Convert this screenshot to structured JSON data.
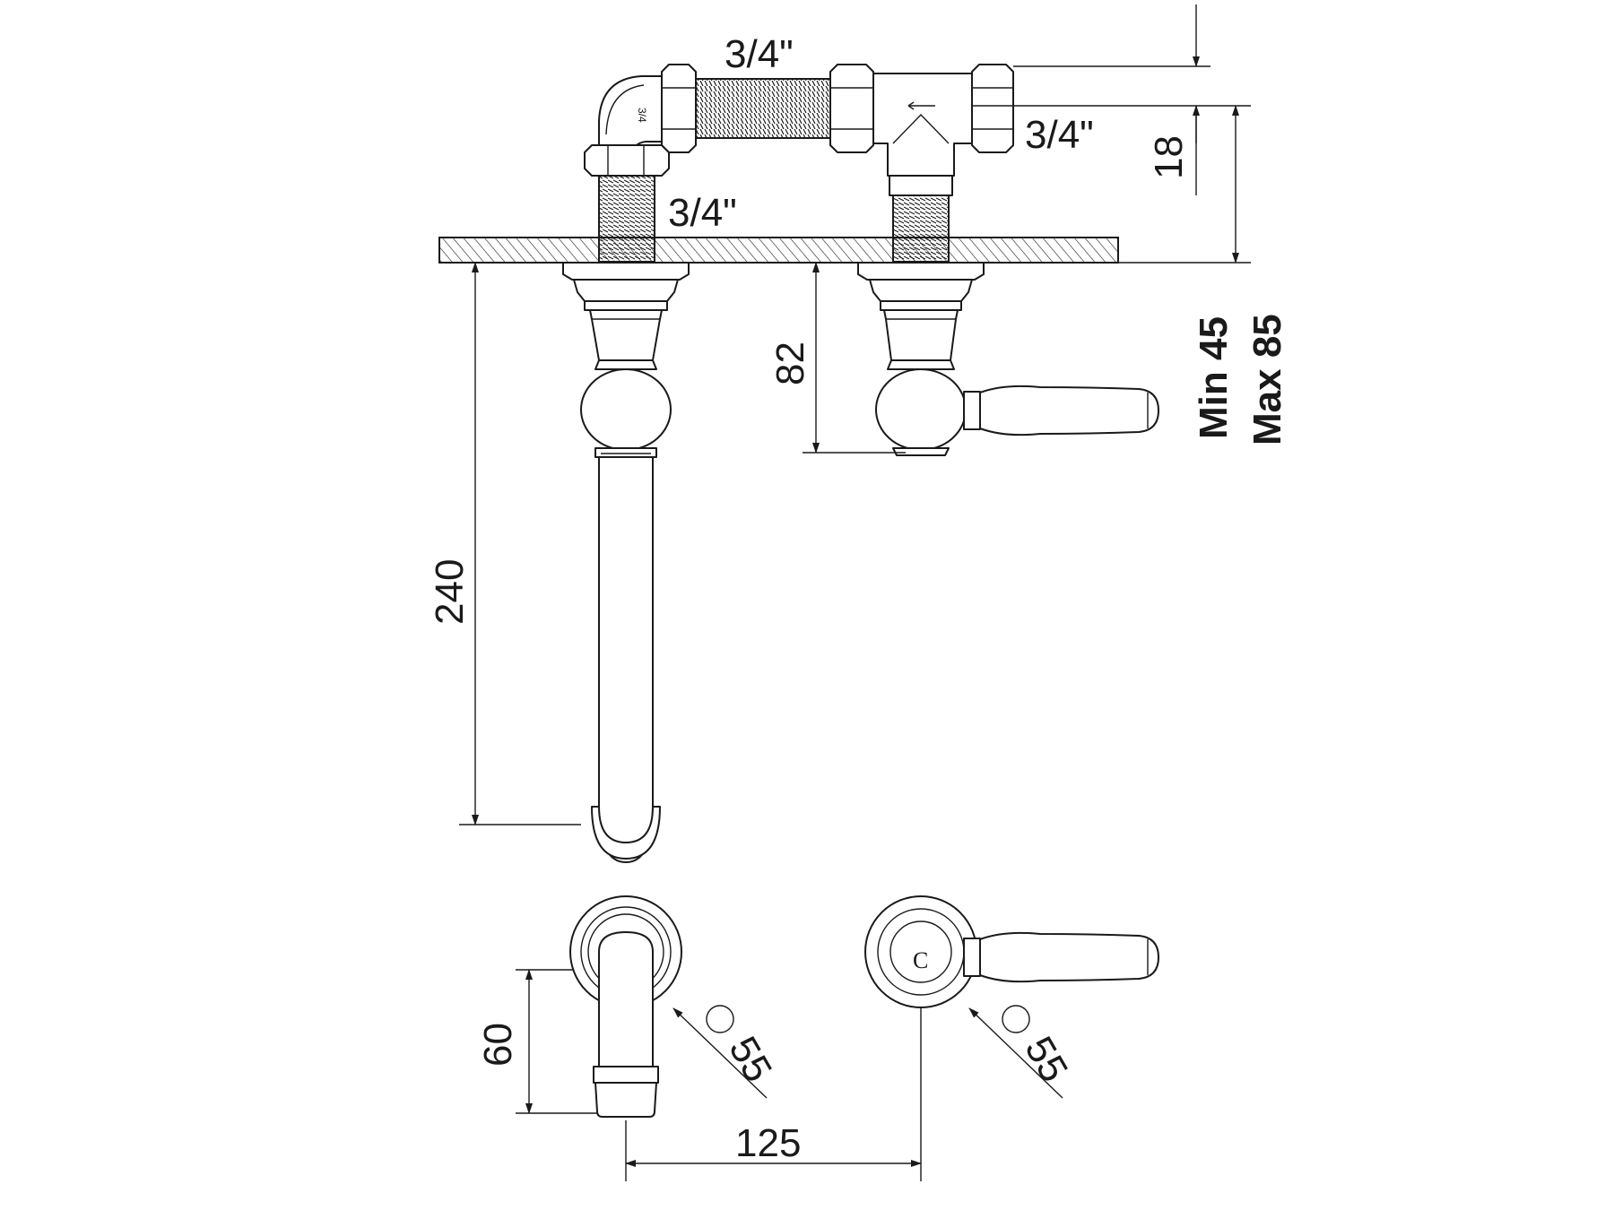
{
  "dimensions": {
    "thread_top": "3/4\"",
    "thread_right": "3/4\"",
    "thread_left": "3/4\"",
    "offset_18": "18",
    "wall_min": "Min 45",
    "wall_max": "Max 85",
    "handle_height": "82",
    "spout_length": "240",
    "spout_height": "60",
    "spacing": "125",
    "rosette_left": "55",
    "rosette_right": "55"
  },
  "labels": {
    "elbow_mark": "3/4",
    "cold_mark": "C"
  }
}
